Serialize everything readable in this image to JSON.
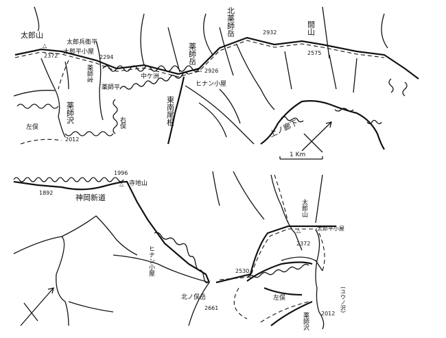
{
  "upper_map": {
    "peaks": [
      {
        "name": "太郎山",
        "elevation": "2372"
      },
      {
        "name": "薬師岳",
        "elevation": "2926"
      },
      {
        "name": "北薬師岳",
        "elevation": "2932"
      },
      {
        "name": "間山",
        "elevation": "2575"
      }
    ],
    "point_elevations": [
      "2294",
      "2012"
    ],
    "huts": [
      "太郎兵衛平",
      "太郎平小屋",
      "ヒナン小屋"
    ],
    "places": [
      "薬師峠",
      "薬師平",
      "薬師沢",
      "左俣",
      "右俣",
      "東南尾根",
      "中ケ洲",
      "上ノ廊下"
    ],
    "scale_label": "1 Km"
  },
  "lower_map": {
    "peaks": [
      {
        "name": "寺地山",
        "elevation": "1996"
      },
      {
        "name": "北ノ俣岳",
        "elevation": "2661"
      },
      {
        "name": "太郎山",
        "elevation": "2372"
      }
    ],
    "point_elevations": [
      "1892",
      "2530",
      "2012"
    ],
    "huts": [
      "ヒナン小屋",
      "太郎平小屋"
    ],
    "places": [
      "神岡新道",
      "左俣",
      "薬師沢",
      "(ユウノ沢)"
    ]
  }
}
